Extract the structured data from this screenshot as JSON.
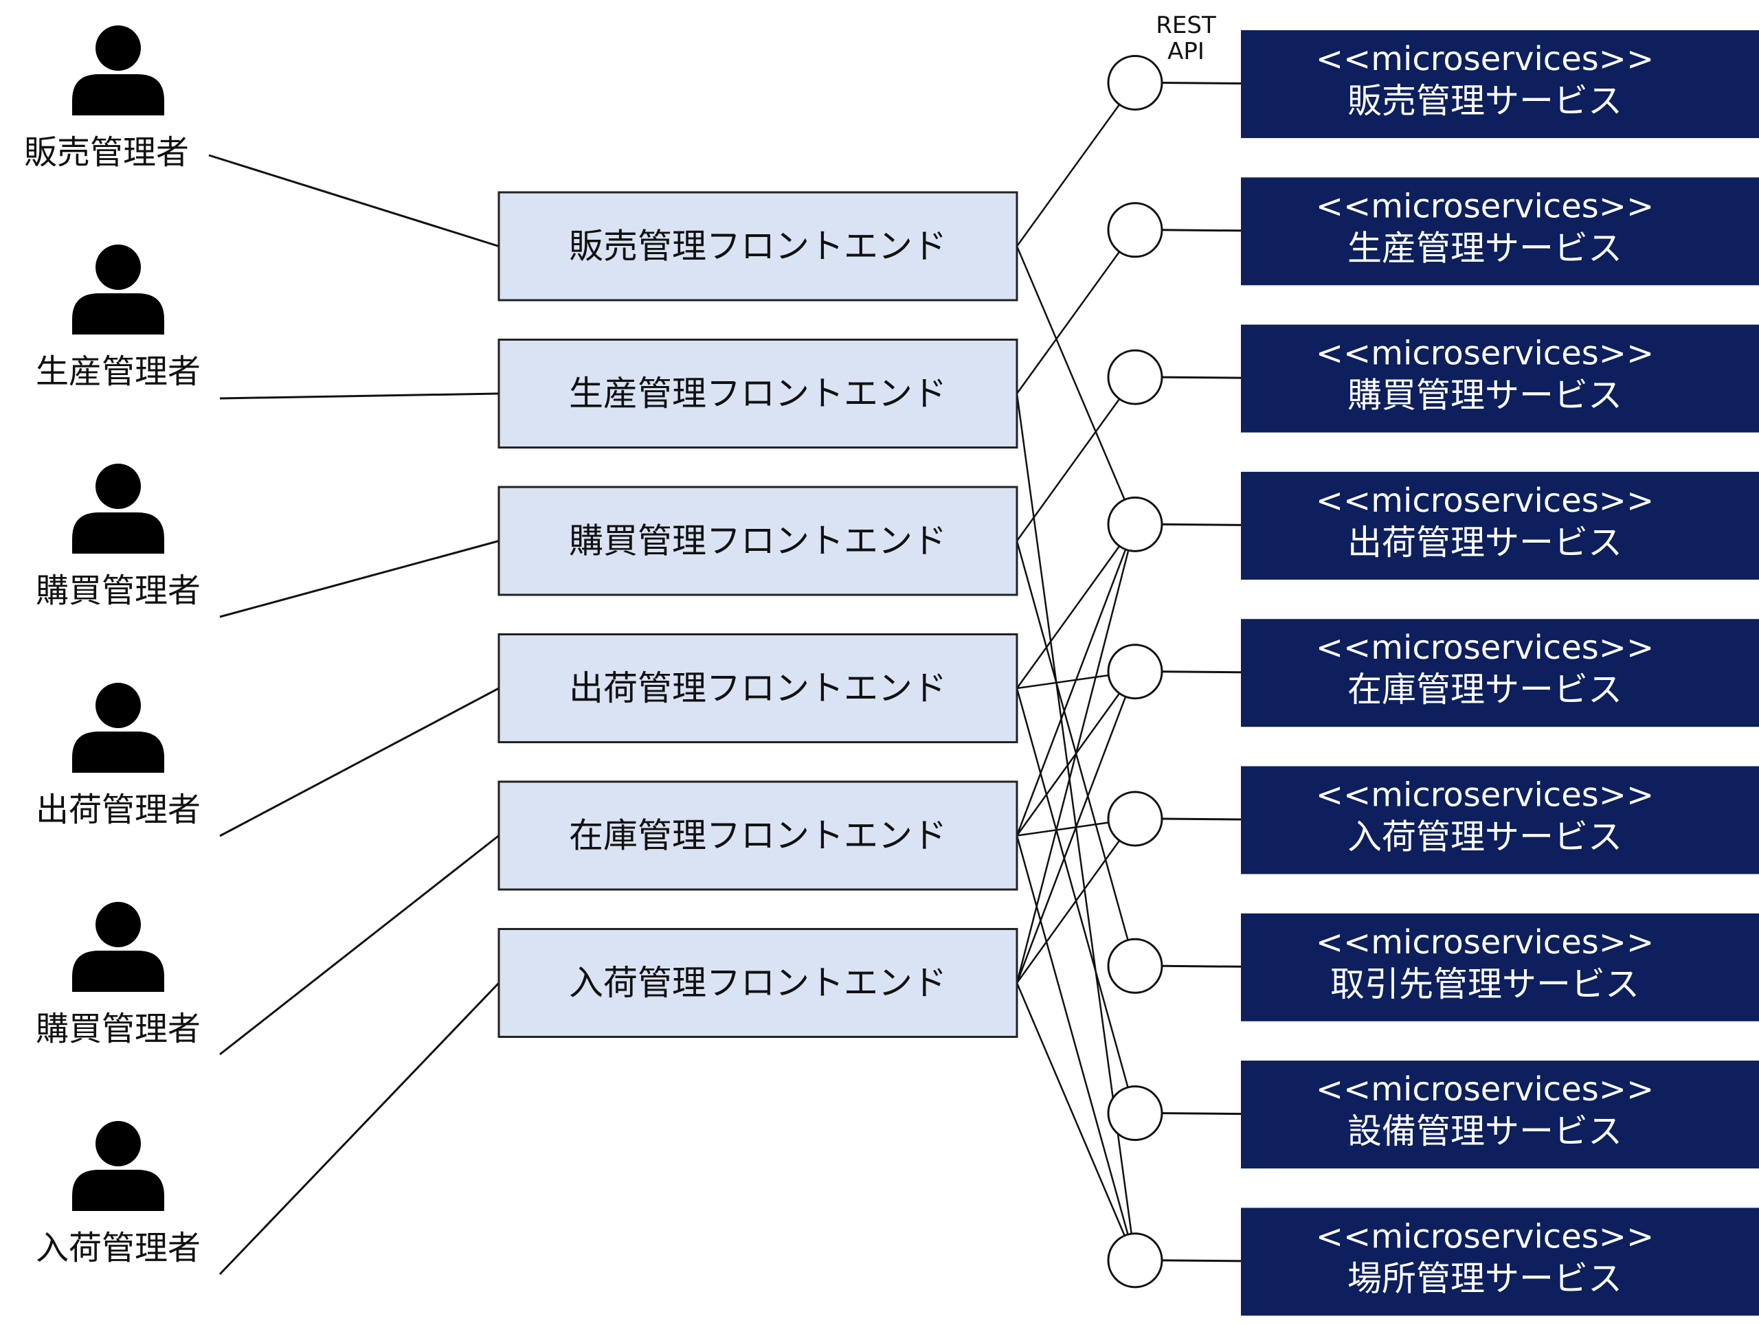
{
  "colors": {
    "frontend_fill": "#dae3f3",
    "frontend_stroke": "#222222",
    "service_fill": "#0d1f5c",
    "service_text": "#ffffff",
    "line": "#111111",
    "actor": "#000000"
  },
  "actors": [
    {
      "label": "販売管理者",
      "icon": "person-icon"
    },
    {
      "label": "生産管理者",
      "icon": "person-icon"
    },
    {
      "label": "購買管理者",
      "icon": "person-icon"
    },
    {
      "label": "出荷管理者",
      "icon": "person-icon"
    },
    {
      "label": "購買管理者",
      "icon": "person-icon"
    },
    {
      "label": "入荷管理者",
      "icon": "person-icon"
    }
  ],
  "frontends": [
    {
      "label": "販売管理フロントエンド"
    },
    {
      "label": "生産管理フロントエンド"
    },
    {
      "label": "購買管理フロントエンド"
    },
    {
      "label": "出荷管理フロントエンド"
    },
    {
      "label": "在庫管理フロントエンド"
    },
    {
      "label": "入荷管理フロントエンド"
    }
  ],
  "api_label_line1": "REST",
  "api_label_line2": "API",
  "services": [
    {
      "stereotype": "<<microservices>>",
      "name": "販売管理サービス"
    },
    {
      "stereotype": "<<microservices>>",
      "name": "生産管理サービス"
    },
    {
      "stereotype": "<<microservices>>",
      "name": "購買管理サービス"
    },
    {
      "stereotype": "<<microservices>>",
      "name": "出荷管理サービス"
    },
    {
      "stereotype": "<<microservices>>",
      "name": "在庫管理サービス"
    },
    {
      "stereotype": "<<microservices>>",
      "name": "入荷管理サービス"
    },
    {
      "stereotype": "<<microservices>>",
      "name": "取引先管理サービス"
    },
    {
      "stereotype": "<<microservices>>",
      "name": "設備管理サービス"
    },
    {
      "stereotype": "<<microservices>>",
      "name": "場所管理サービス"
    }
  ],
  "actor_links": [
    [
      0,
      0
    ],
    [
      1,
      1
    ],
    [
      2,
      2
    ],
    [
      3,
      3
    ],
    [
      4,
      4
    ],
    [
      5,
      5
    ]
  ],
  "frontend_service_links": [
    [
      0,
      0
    ],
    [
      0,
      3
    ],
    [
      1,
      1
    ],
    [
      1,
      8
    ],
    [
      2,
      2
    ],
    [
      2,
      6
    ],
    [
      3,
      3
    ],
    [
      3,
      4
    ],
    [
      3,
      7
    ],
    [
      4,
      3
    ],
    [
      4,
      4
    ],
    [
      4,
      5
    ],
    [
      4,
      8
    ],
    [
      5,
      3
    ],
    [
      5,
      4
    ],
    [
      5,
      5
    ],
    [
      5,
      8
    ]
  ]
}
